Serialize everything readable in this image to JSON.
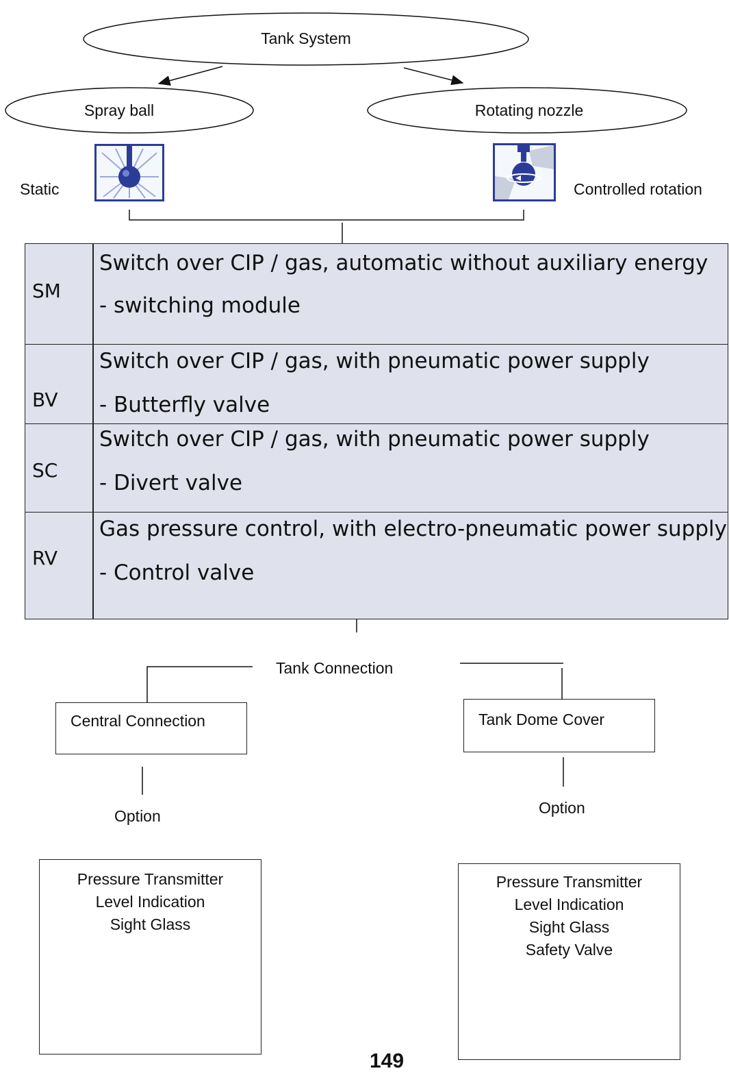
{
  "nodes": {
    "tank_system": "Tank System",
    "spray_ball": "Spray ball",
    "rotating_nozzle": "Rotating nozzle",
    "static": "Static",
    "controlled_rotation": "Controlled rotation",
    "tank_connection": "Tank Connection",
    "central_connection": "Central Connection",
    "tank_dome_cover": "Tank Dome Cover",
    "option_left": "Option",
    "option_right": "Option"
  },
  "table": {
    "rows": [
      {
        "code": "SM",
        "line1": "Switch over CIP / gas, automatic without auxiliary energy",
        "line2": "- switching module"
      },
      {
        "code": "BV",
        "line1": "Switch over CIP / gas, with pneumatic power supply",
        "line2": "- Butterfly valve"
      },
      {
        "code": "SC",
        "line1": "Switch over CIP / gas, with pneumatic power supply",
        "line2": "- Divert valve"
      },
      {
        "code": "RV",
        "line1": "Gas pressure control, with electro-pneumatic power supply",
        "line2": "- Control valve"
      }
    ]
  },
  "options": {
    "left": [
      "Pressure Transmitter",
      "Level Indication",
      "Sight Glass"
    ],
    "right": [
      "Pressure Transmitter",
      "Level Indication",
      "Sight Glass",
      "Safety Valve"
    ]
  },
  "page_number": "149",
  "icons": {
    "spray_ball": "spray-ball-icon",
    "rotating_nozzle": "rotating-nozzle-icon"
  },
  "colors": {
    "table_fill": "#dfe1ec",
    "icon_blue": "#2b3c98"
  }
}
